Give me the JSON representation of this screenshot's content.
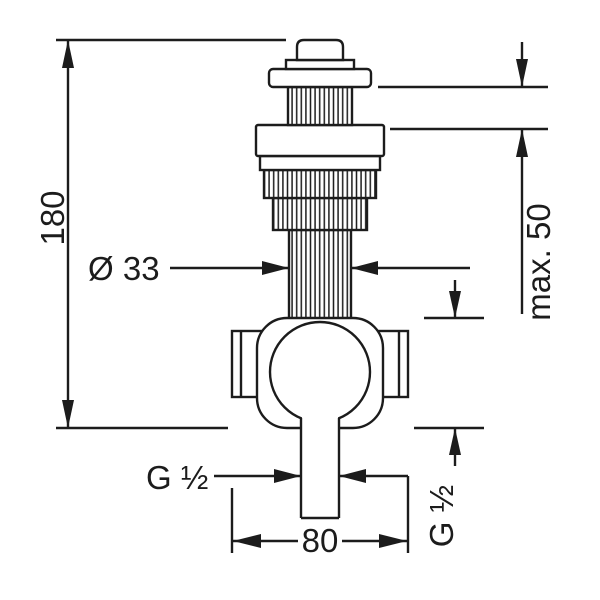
{
  "drawing": {
    "background_color": "#ffffff",
    "line_color": "#1c1c1c",
    "dimension_labels": {
      "overall_height": "180",
      "max_installation_depth": "max. 50",
      "rod_diameter": "Ø 33",
      "connection_thread_left": "G ½",
      "body_width": "80",
      "connection_thread_right": "G ½"
    }
  }
}
